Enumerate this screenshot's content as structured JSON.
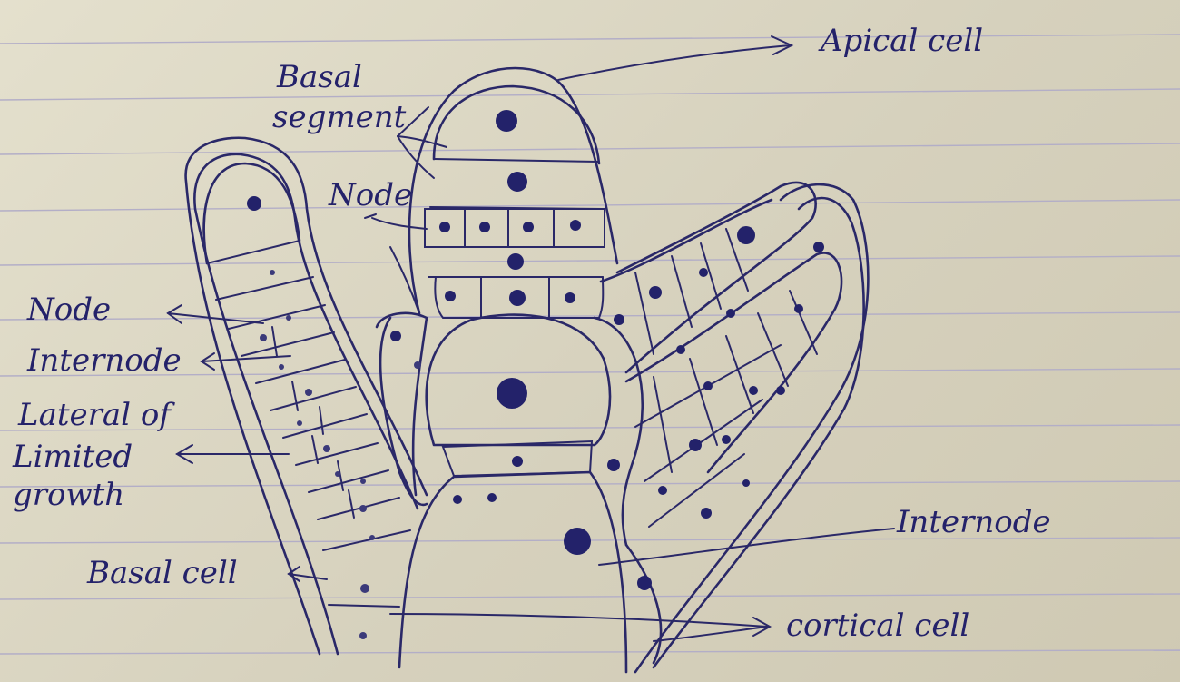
{
  "diagram": {
    "labels": {
      "apical_cell": "Apical cell",
      "basal_segment_line1": "Basal",
      "basal_segment_line2": "segment",
      "node_upper": "Node",
      "node_left": "Node",
      "internode_left": "Internode",
      "lateral_line1": "Lateral of",
      "lateral_line2": "Limited",
      "lateral_line3": "growth",
      "basal_cell": "Basal cell",
      "internode_right": "Internode",
      "cortical_cell": "cortical cell"
    },
    "colors": {
      "ink": "#2a2868",
      "paper": "#dcd7c4",
      "ruled_line": "#b3aec7"
    }
  }
}
